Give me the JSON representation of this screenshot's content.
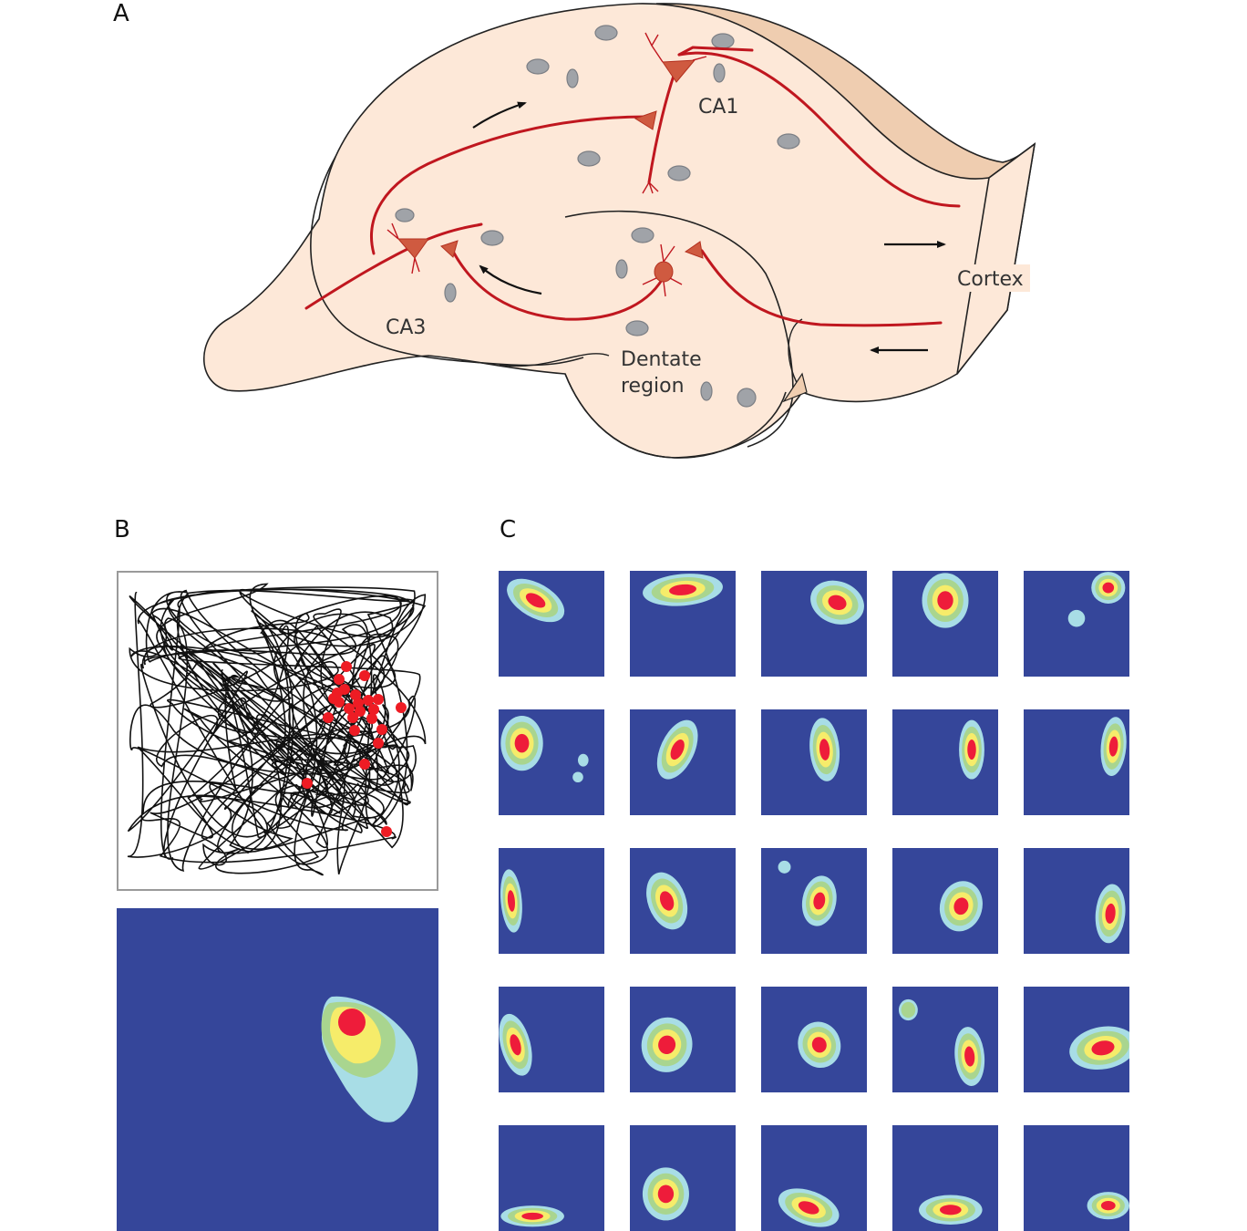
{
  "panels": {
    "A": {
      "label": "A",
      "regions": {
        "ca1": "CA1",
        "ca3": "CA3",
        "dentate_line1": "Dentate",
        "dentate_line2": "region",
        "cortex": "Cortex"
      },
      "flow_arrows": [
        "toward CA1",
        "toward cortex",
        "from cortex",
        "toward CA3"
      ],
      "colors": {
        "tissue": "#fde8d8",
        "tissue_shade": "#efcdb0",
        "axon": "#c0171f",
        "soma": "#cf5a40",
        "cell_nucleus": "#a0a3a8",
        "outline": "#222222"
      }
    },
    "B": {
      "label": "B",
      "description": "Animal trajectory (black) with spike locations (red dots) and resulting place-field firing-rate map",
      "colors": {
        "trajectory": "#111111",
        "spike": "#ee1c24",
        "frame": "#9a9a9a"
      }
    },
    "C": {
      "label": "C",
      "rows": 5,
      "cols": 5,
      "description": "Firing-rate maps of 25 place cells",
      "rate_colors": {
        "background": "#35469a",
        "low": "#a8dde6",
        "mid": "#a9d58f",
        "high": "#f6ec6a",
        "peak": "#ee1c3a"
      }
    }
  }
}
